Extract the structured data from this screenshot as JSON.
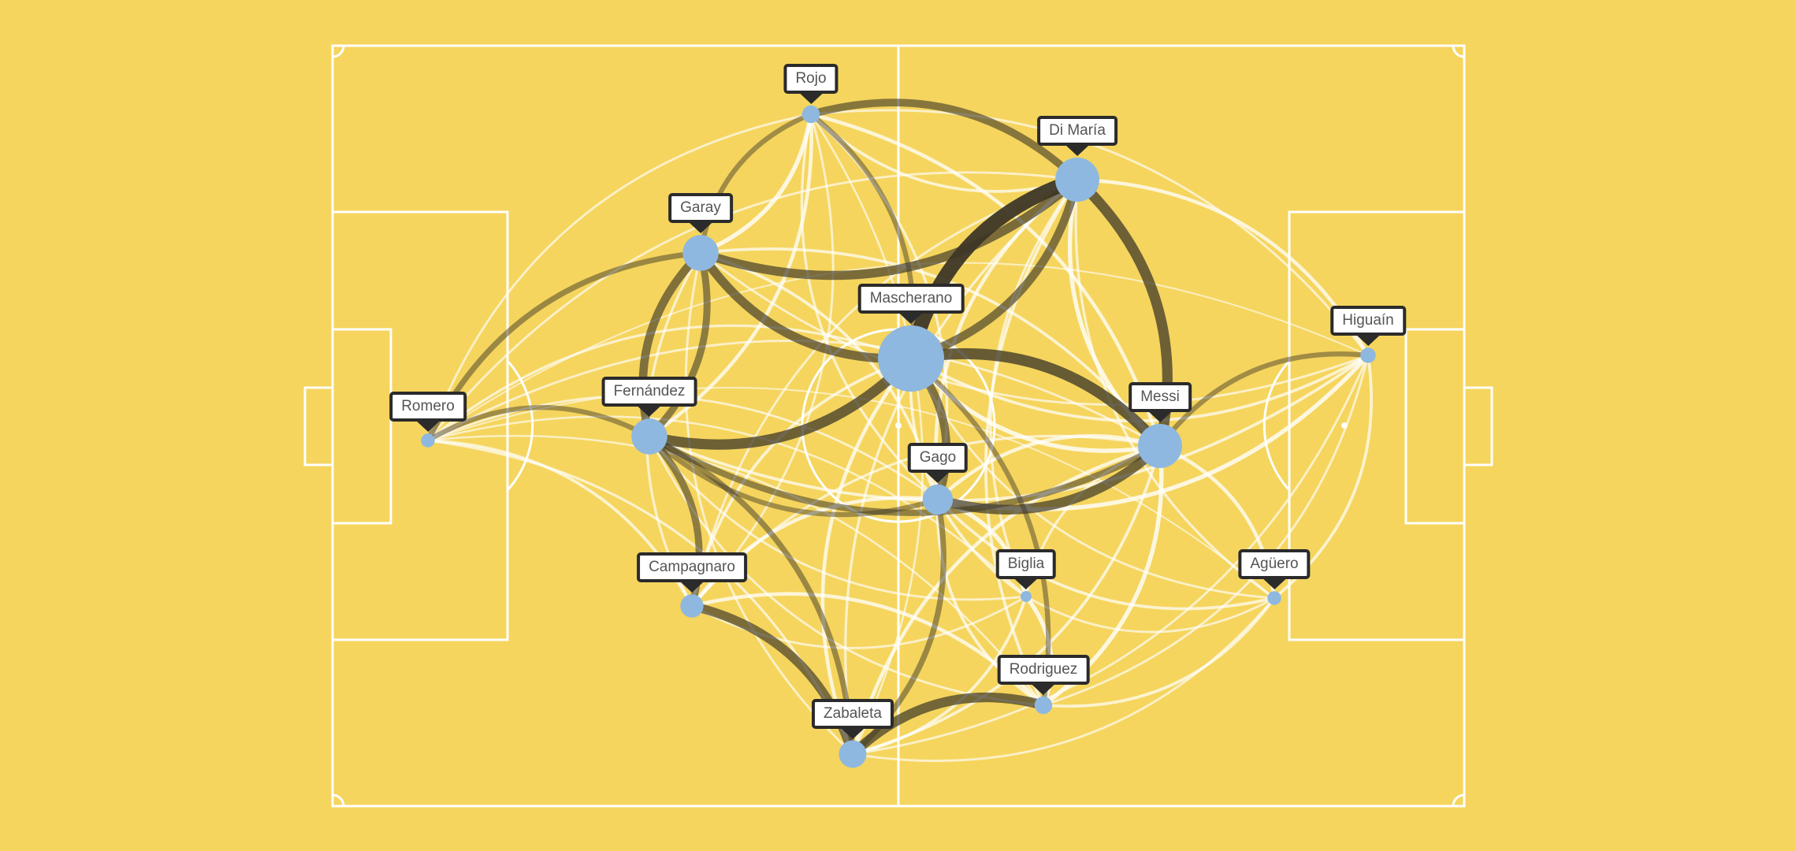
{
  "colors": {
    "background": "#f5d55e",
    "pitch_lines": "#ffffff",
    "node": "#8fb8e0",
    "edge_strong": "#3d3727",
    "edge_weak": "#ffffff",
    "label_border": "#2b2b2b",
    "label_text": "#555555"
  },
  "players": [
    {
      "id": "romero",
      "name": "Romero",
      "importance": 0.05
    },
    {
      "id": "rojo",
      "name": "Rojo",
      "importance": 0.12
    },
    {
      "id": "garay",
      "name": "Garay",
      "importance": 0.45
    },
    {
      "id": "fernandez",
      "name": "Fernández",
      "importance": 0.45
    },
    {
      "id": "campagnaro",
      "name": "Campagnaro",
      "importance": 0.22
    },
    {
      "id": "zabaleta",
      "name": "Zabaleta",
      "importance": 0.3
    },
    {
      "id": "mascherano",
      "name": "Mascherano",
      "importance": 1.0
    },
    {
      "id": "gago",
      "name": "Gago",
      "importance": 0.35
    },
    {
      "id": "dimaria",
      "name": "Di María",
      "importance": 0.6
    },
    {
      "id": "messi",
      "name": "Messi",
      "importance": 0.6
    },
    {
      "id": "biglia",
      "name": "Biglia",
      "importance": 0.0
    },
    {
      "id": "rodriguez",
      "name": "Rodriguez",
      "importance": 0.12
    },
    {
      "id": "higuain",
      "name": "Higuaín",
      "importance": 0.08
    },
    {
      "id": "aguero",
      "name": "Agüero",
      "importance": 0.05
    }
  ],
  "passes": [
    {
      "from": "mascherano",
      "to": "dimaria",
      "weight": 1.0
    },
    {
      "from": "dimaria",
      "to": "messi",
      "weight": 0.7
    },
    {
      "from": "dimaria",
      "to": "garay",
      "weight": 0.6
    },
    {
      "from": "mascherano",
      "to": "messi",
      "weight": 0.75
    },
    {
      "from": "mascherano",
      "to": "fernandez",
      "weight": 0.7
    },
    {
      "from": "mascherano",
      "to": "garay",
      "weight": 0.6
    },
    {
      "from": "zabaleta",
      "to": "rodriguez",
      "weight": 0.65
    },
    {
      "from": "campagnaro",
      "to": "zabaleta",
      "weight": 0.6
    },
    {
      "from": "messi",
      "to": "gago",
      "weight": 0.65
    },
    {
      "from": "mascherano",
      "to": "gago",
      "weight": 0.55
    },
    {
      "from": "fernandez",
      "to": "garay",
      "weight": 0.55
    },
    {
      "from": "garay",
      "to": "fernandez",
      "weight": 0.45
    },
    {
      "from": "rojo",
      "to": "dimaria",
      "weight": 0.5
    },
    {
      "from": "fernandez",
      "to": "campagnaro",
      "weight": 0.45
    },
    {
      "from": "fernandez",
      "to": "zabaleta",
      "weight": 0.35
    },
    {
      "from": "dimaria",
      "to": "mascherano",
      "weight": 0.55
    },
    {
      "from": "romero",
      "to": "garay",
      "weight": 0.35
    },
    {
      "from": "romero",
      "to": "fernandez",
      "weight": 0.3
    },
    {
      "from": "gago",
      "to": "zabaleta",
      "weight": 0.35
    },
    {
      "from": "messi",
      "to": "fernandez",
      "weight": 0.4
    },
    {
      "from": "garay",
      "to": "rojo",
      "weight": 0.3
    },
    {
      "from": "rojo",
      "to": "mascherano",
      "weight": 0.3
    },
    {
      "from": "rojo",
      "to": "garay",
      "weight": 0.25
    },
    {
      "from": "messi",
      "to": "higuain",
      "weight": 0.3
    },
    {
      "from": "mascherano",
      "to": "rodriguez",
      "weight": 0.3
    },
    {
      "from": "gago",
      "to": "biglia",
      "weight": 0.25
    },
    {
      "from": "messi",
      "to": "rodriguez",
      "weight": 0.25
    },
    {
      "from": "messi",
      "to": "aguero",
      "weight": 0.2
    },
    {
      "from": "biglia",
      "to": "rodriguez",
      "weight": 0.25
    },
    {
      "from": "campagnaro",
      "to": "gago",
      "weight": 0.2
    },
    {
      "from": "dimaria",
      "to": "higuain",
      "weight": 0.2
    },
    {
      "from": "rojo",
      "to": "fernandez",
      "weight": 0.2
    },
    {
      "from": "gago",
      "to": "fernandez",
      "weight": 0.3
    },
    {
      "from": "zabaleta",
      "to": "messi",
      "weight": 0.2
    },
    {
      "from": "higuain",
      "to": "gago",
      "weight": 0.25
    },
    {
      "from": "aguero",
      "to": "gago",
      "weight": 0.15
    },
    {
      "from": "rojo",
      "to": "messi",
      "weight": 0.2
    },
    {
      "from": "campagnaro",
      "to": "rodriguez",
      "weight": 0.2
    },
    {
      "from": "romero",
      "to": "campagnaro",
      "weight": 0.15
    },
    {
      "from": "romero",
      "to": "mascherano",
      "weight": 0.12
    },
    {
      "from": "romero",
      "to": "zabaleta",
      "weight": 0.12
    },
    {
      "from": "romero",
      "to": "gago",
      "weight": 0.1
    },
    {
      "from": "romero",
      "to": "messi",
      "weight": 0.1
    },
    {
      "from": "romero",
      "to": "dimaria",
      "weight": 0.1
    },
    {
      "from": "romero",
      "to": "higuain",
      "weight": 0.05
    },
    {
      "from": "romero",
      "to": "rojo",
      "weight": 0.1
    },
    {
      "from": "romero",
      "to": "biglia",
      "weight": 0.08
    },
    {
      "from": "romero",
      "to": "rodriguez",
      "weight": 0.08
    },
    {
      "from": "romero",
      "to": "aguero",
      "weight": 0.05
    },
    {
      "from": "higuain",
      "to": "aguero",
      "weight": 0.15
    },
    {
      "from": "higuain",
      "to": "mascherano",
      "weight": 0.15
    },
    {
      "from": "higuain",
      "to": "rodriguez",
      "weight": 0.1
    },
    {
      "from": "higuain",
      "to": "zabaleta",
      "weight": 0.1
    },
    {
      "from": "higuain",
      "to": "fernandez",
      "weight": 0.15
    },
    {
      "from": "higuain",
      "to": "garay",
      "weight": 0.1
    },
    {
      "from": "aguero",
      "to": "rodriguez",
      "weight": 0.15
    },
    {
      "from": "aguero",
      "to": "zabaleta",
      "weight": 0.1
    },
    {
      "from": "aguero",
      "to": "biglia",
      "weight": 0.1
    },
    {
      "from": "aguero",
      "to": "dimaria",
      "weight": 0.12
    },
    {
      "from": "aguero",
      "to": "mascherano",
      "weight": 0.1
    },
    {
      "from": "biglia",
      "to": "mascherano",
      "weight": 0.15
    },
    {
      "from": "biglia",
      "to": "zabaleta",
      "weight": 0.15
    },
    {
      "from": "biglia",
      "to": "messi",
      "weight": 0.12
    },
    {
      "from": "biglia",
      "to": "dimaria",
      "weight": 0.12
    },
    {
      "from": "biglia",
      "to": "fernandez",
      "weight": 0.1
    },
    {
      "from": "biglia",
      "to": "campagnaro",
      "weight": 0.1
    },
    {
      "from": "rodriguez",
      "to": "dimaria",
      "weight": 0.15
    },
    {
      "from": "rodriguez",
      "to": "gago",
      "weight": 0.15
    },
    {
      "from": "rodriguez",
      "to": "fernandez",
      "weight": 0.1
    },
    {
      "from": "zabaleta",
      "to": "mascherano",
      "weight": 0.2
    },
    {
      "from": "zabaleta",
      "to": "garay",
      "weight": 0.1
    },
    {
      "from": "zabaleta",
      "to": "dimaria",
      "weight": 0.12
    },
    {
      "from": "campagnaro",
      "to": "mascherano",
      "weight": 0.15
    },
    {
      "from": "campagnaro",
      "to": "garay",
      "weight": 0.12
    },
    {
      "from": "campagnaro",
      "to": "messi",
      "weight": 0.12
    },
    {
      "from": "campagnaro",
      "to": "dimaria",
      "weight": 0.1
    },
    {
      "from": "garay",
      "to": "gago",
      "weight": 0.15
    },
    {
      "from": "garay",
      "to": "messi",
      "weight": 0.15
    },
    {
      "from": "gago",
      "to": "dimaria",
      "weight": 0.2
    },
    {
      "from": "gago",
      "to": "rojo",
      "weight": 0.12
    },
    {
      "from": "rojo",
      "to": "higuain",
      "weight": 0.1
    },
    {
      "from": "rojo",
      "to": "gago",
      "weight": 0.12
    },
    {
      "from": "rojo",
      "to": "campagnaro",
      "weight": 0.1
    },
    {
      "from": "rojo",
      "to": "zabaleta",
      "weight": 0.08
    },
    {
      "from": "dimaria",
      "to": "rojo",
      "weight": 0.15
    },
    {
      "from": "messi",
      "to": "dimaria",
      "weight": 0.25
    },
    {
      "from": "messi",
      "to": "mascherano",
      "weight": 0.25
    },
    {
      "from": "messi",
      "to": "zabaleta",
      "weight": 0.15
    },
    {
      "from": "gago",
      "to": "messi",
      "weight": 0.2
    }
  ]
}
